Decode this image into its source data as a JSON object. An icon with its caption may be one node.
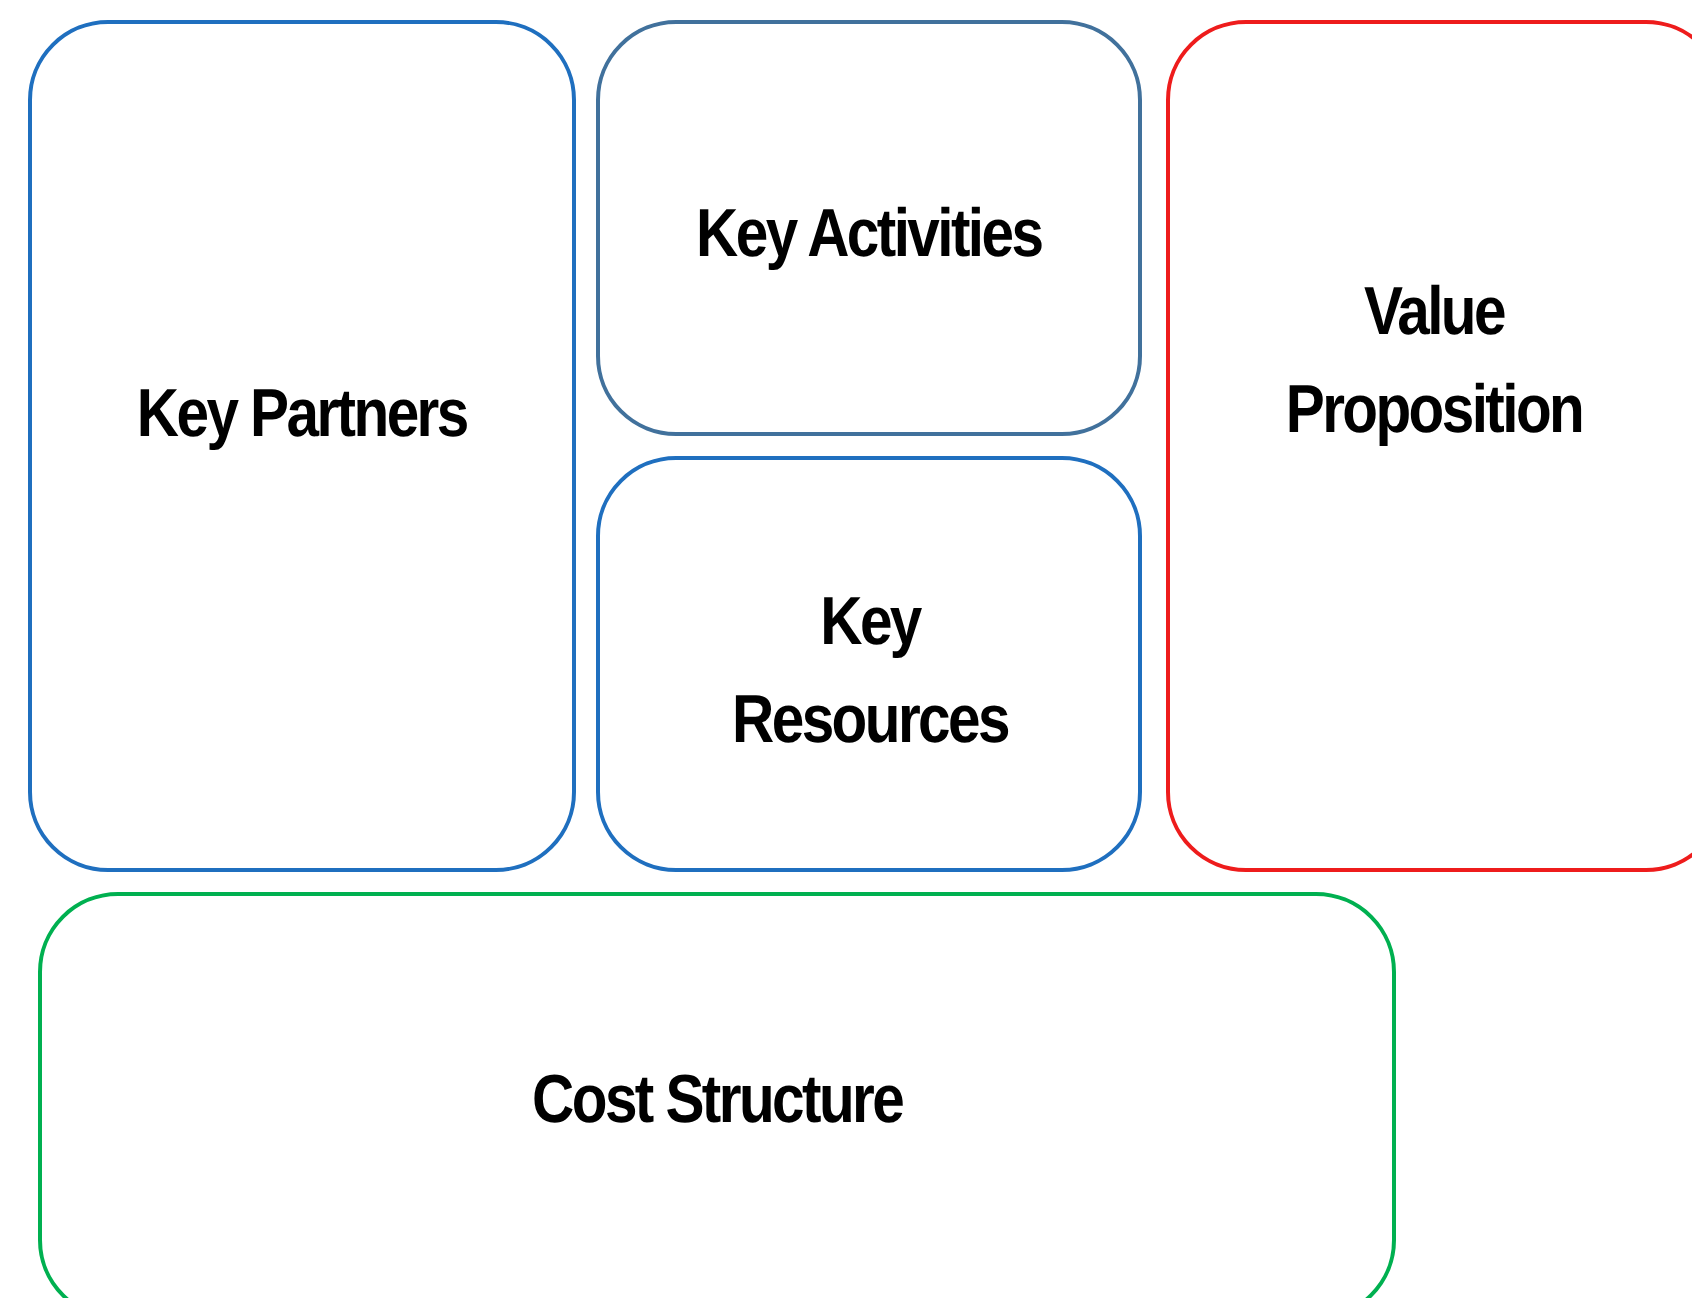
{
  "diagram": {
    "nodes": [
      {
        "text": [
          "Key Partners"
        ]
      },
      {
        "text": [
          "Key Activities"
        ]
      },
      {
        "text": [
          "Key Resources"
        ]
      },
      {
        "text": [
          "Value Proposition"
        ]
      },
      {
        "text": [
          "Cost Structure"
        ]
      }
    ]
  }
}
